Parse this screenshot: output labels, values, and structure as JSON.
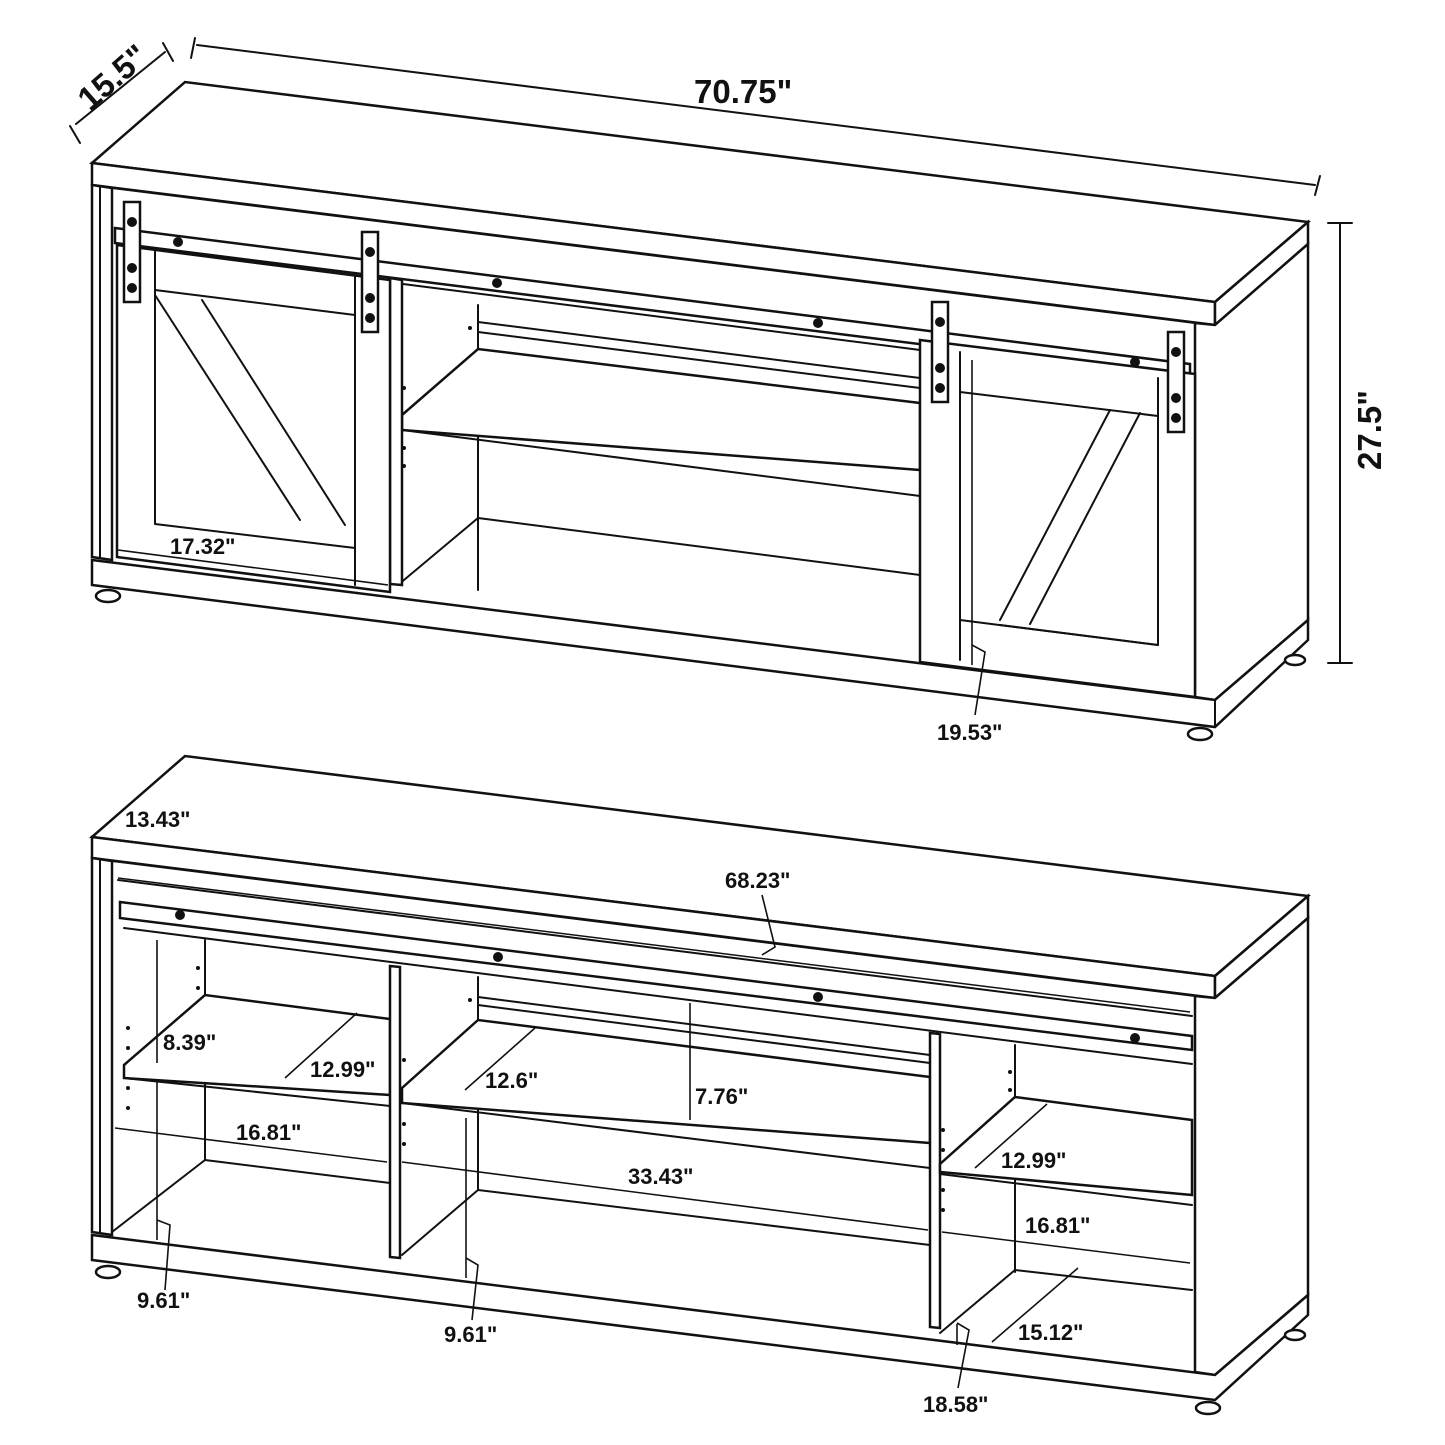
{
  "diagram": {
    "subject": "TV stand with sliding barn doors - dimension drawing",
    "colors": {
      "line": "#111111",
      "background": "#ffffff"
    },
    "views": [
      {
        "name": "closed-doors-view",
        "overall_dimensions": {
          "depth": "15.5\"",
          "width": "70.75\"",
          "height": "27.5\""
        },
        "door_width": "17.32\"",
        "door_opening_height": "19.53\""
      },
      {
        "name": "open-interior-view",
        "top_depth": "13.43\"",
        "interior_width": "68.23\"",
        "left_compartment": {
          "upper_height": "8.39\"",
          "shelf_depth": "12.99\"",
          "width": "16.81\"",
          "lower_height": "9.61\""
        },
        "center_compartment": {
          "shelf_depth": "12.6\"",
          "upper_height": "7.76\"",
          "width": "33.43\"",
          "lower_height": "9.61\""
        },
        "right_compartment": {
          "shelf_depth": "12.99\"",
          "width": "16.81\"",
          "bottom_depth": "15.12\"",
          "height": "18.58\""
        }
      }
    ]
  }
}
